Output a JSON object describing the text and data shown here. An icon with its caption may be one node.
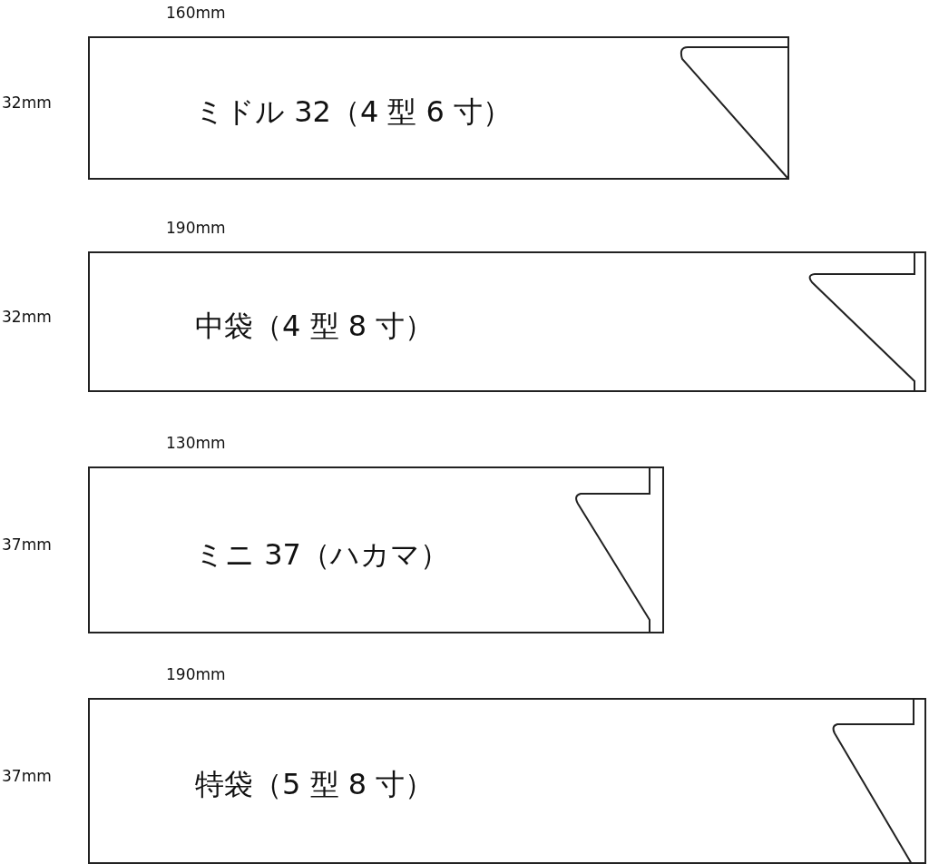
{
  "diagram": {
    "nodes": [
      {
        "text": [
          "ミドル 32（4 型 6 寸）"
        ],
        "beside": [
          "160mm",
          "32mm"
        ]
      },
      {
        "text": [
          "中袋（4 型 8 寸）"
        ],
        "beside": [
          "190mm",
          "32mm"
        ]
      },
      {
        "text": [
          "ミニ 37（ハカマ）"
        ],
        "beside": [
          "130mm",
          "37mm"
        ]
      },
      {
        "text": [
          "特袋（5 型 8 寸）"
        ],
        "beside": [
          "190mm",
          "37mm"
        ]
      }
    ]
  }
}
